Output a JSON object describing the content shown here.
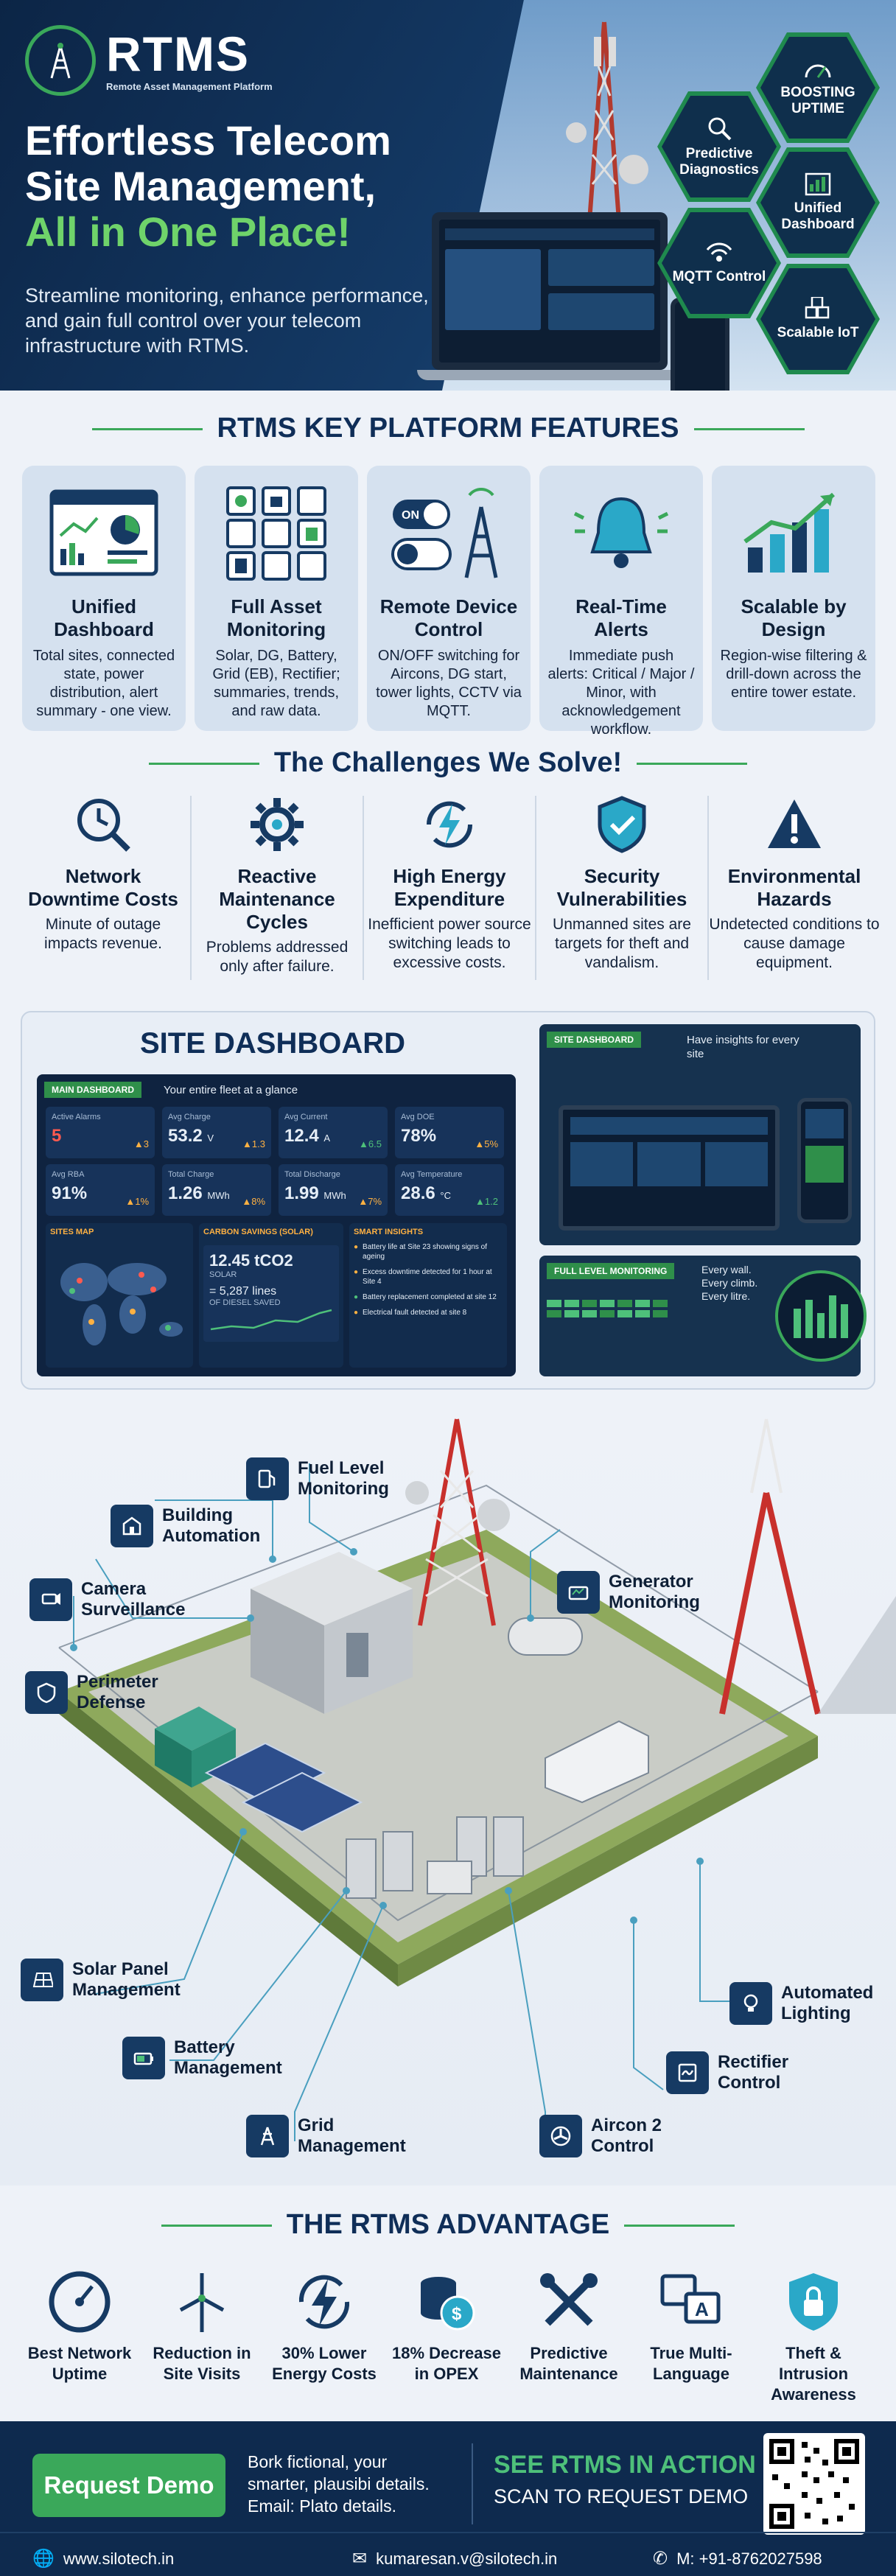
{
  "brand": {
    "name": "RTMS",
    "tagline": "Remote Asset Management Platform"
  },
  "hero": {
    "title_line1": "Effortless Telecom",
    "title_line2": "Site Management,",
    "title_line3": "All in One Place!",
    "subtitle": "Streamline monitoring, enhance performance, and gain full control over your telecom infrastructure with RTMS."
  },
  "hexagons": [
    {
      "label": "BOOSTING UPTIME",
      "icon": "speedometer-icon"
    },
    {
      "label": "Predictive Diagnostics",
      "icon": "magnifier-gear-icon"
    },
    {
      "label": "Unified Dashboard",
      "icon": "dashboard-icon"
    },
    {
      "label": "MQTT Control",
      "icon": "signal-icon"
    },
    {
      "label": "Scalable IoT",
      "icon": "cubes-icon"
    }
  ],
  "features": {
    "title": "RTMS KEY PLATFORM FEATURES",
    "items": [
      {
        "title": "Unified Dashboard",
        "text": "Total sites, connected state, power distribution, alert summary - one view."
      },
      {
        "title": "Full Asset Monitoring",
        "text": "Solar, DG, Battery, Grid (EB), Rectifier; summaries, trends, and raw data."
      },
      {
        "title": "Remote Device Control",
        "text": "ON/OFF switching for Aircons, DG start, tower lights, CCTV via MQTT."
      },
      {
        "title": "Real-Time Alerts",
        "text": "Immediate push alerts: Critical / Major / Minor, with acknowledgement workflow."
      },
      {
        "title": "Scalable by Design",
        "text": "Region-wise filtering & drill-down across the entire tower estate."
      }
    ],
    "toggle_on": "ON"
  },
  "challenges": {
    "title": "The Challenges We Solve!",
    "items": [
      {
        "title": "Network Downtime Costs",
        "text": "Minute of outage impacts revenue."
      },
      {
        "title": "Reactive Maintenance Cycles",
        "text": "Problems addressed only after failure."
      },
      {
        "title": "High Energy Expenditure",
        "text": "Inefficient power source switching leads to excessive costs."
      },
      {
        "title": "Security Vulnerabilities",
        "text": "Unmanned sites are targets for theft and vandalism."
      },
      {
        "title": "Environmental Hazards",
        "text": "Undetected conditions to cause damage equipment."
      }
    ]
  },
  "dashboard": {
    "title": "SITE DASHBOARD",
    "main_tag": "MAIN DASHBOARD",
    "main_caption": "Your entire fleet at a glance",
    "kpis": [
      {
        "label": "Active Alarms",
        "value": "5",
        "unit": "",
        "delta": "▲3"
      },
      {
        "label": "Avg Charge",
        "value": "53.2",
        "unit": "V",
        "delta": "▲1.3"
      },
      {
        "label": "Avg Current",
        "value": "12.4",
        "unit": "A",
        "delta": "▲6.5"
      },
      {
        "label": "Avg DOE",
        "value": "78%",
        "unit": "",
        "delta": "▲5%"
      },
      {
        "label": "Avg RBA",
        "value": "91%",
        "unit": "",
        "delta": "▲1%"
      },
      {
        "label": "Total Charge",
        "value": "1.26",
        "unit": "MWh",
        "delta": "▲8%"
      },
      {
        "label": "Total Discharge",
        "value": "1.99",
        "unit": "MWh",
        "delta": "▲7%"
      },
      {
        "label": "Avg Temperature",
        "value": "28.6",
        "unit": "°C",
        "delta": "▲1.2"
      }
    ],
    "sites_map": "SITES MAP",
    "carbon_label": "CARBON SAVINGS (SOLAR)",
    "carbon_value": "12.45 tCO2",
    "carbon_sub": "SOLAR",
    "carbon_lines": "= 5,287 lines",
    "carbon_lines_sub": "OF DIESEL SAVED",
    "insights_label": "SMART INSIGHTS",
    "insights": [
      "Battery life at Site 23 showing signs of ageing",
      "Excess downtime detected for 1 hour at Site 4",
      "Battery replacement completed at site 12",
      "Electrical fault detected at site 8"
    ],
    "site_tag": "SITE DASHBOARD",
    "site_caption": "Have insights for every site",
    "fuel_tag": "FULL LEVEL MONITORING",
    "fuel_caption": "Every wall. Every climb. Every litre."
  },
  "site": {
    "callouts": [
      {
        "label": "Fuel Level Monitoring",
        "icon": "fuel-pump-icon"
      },
      {
        "label": "Building Automation",
        "icon": "building-icon"
      },
      {
        "label": "Camera Surveillance",
        "icon": "camera-icon"
      },
      {
        "label": "Perimeter Defense",
        "icon": "shield-icon"
      },
      {
        "label": "Generator Monitoring",
        "icon": "generator-icon"
      },
      {
        "label": "Solar Panel Management",
        "icon": "solar-panel-icon"
      },
      {
        "label": "Battery Management",
        "icon": "battery-icon"
      },
      {
        "label": "Grid Management",
        "icon": "grid-tower-icon"
      },
      {
        "label": "Aircon 2 Control",
        "icon": "fan-icon"
      },
      {
        "label": "Rectifier Control",
        "icon": "rectifier-icon"
      },
      {
        "label": "Automated Lighting",
        "icon": "bulb-icon"
      }
    ]
  },
  "advantage": {
    "title": "THE RTMS ADVANTAGE",
    "items": [
      {
        "label": "Best Network Uptime",
        "icon": "gauge-icon"
      },
      {
        "label": "Reduction in Site Visits",
        "icon": "wind-turbine-icon"
      },
      {
        "label": "30% Lower Energy Costs",
        "icon": "energy-icon"
      },
      {
        "label": "18% Decrease in OPEX",
        "icon": "coins-icon"
      },
      {
        "label": "Predictive Maintenance",
        "icon": "tools-icon"
      },
      {
        "label": "True Multi-Language",
        "icon": "translate-icon"
      },
      {
        "label": "Theft & Intrusion Awareness",
        "icon": "lock-icon"
      }
    ]
  },
  "footer": {
    "cta_button": "Request Demo",
    "blurb_line1": "Bork fictional, your",
    "blurb_line2": "smarter, plausibi details.",
    "blurb_line3": "Email: Plato details.",
    "see_title": "SEE RTMS IN ACTION",
    "see_sub": "SCAN TO REQUEST DEMO",
    "website": "www.silotech.in",
    "email": "kumaresan.v@silotech.in",
    "phone": "M: +91-8762027598"
  },
  "colors": {
    "navy": "#0e2a4e",
    "green": "#3aa85a",
    "red": "#c8302c"
  }
}
